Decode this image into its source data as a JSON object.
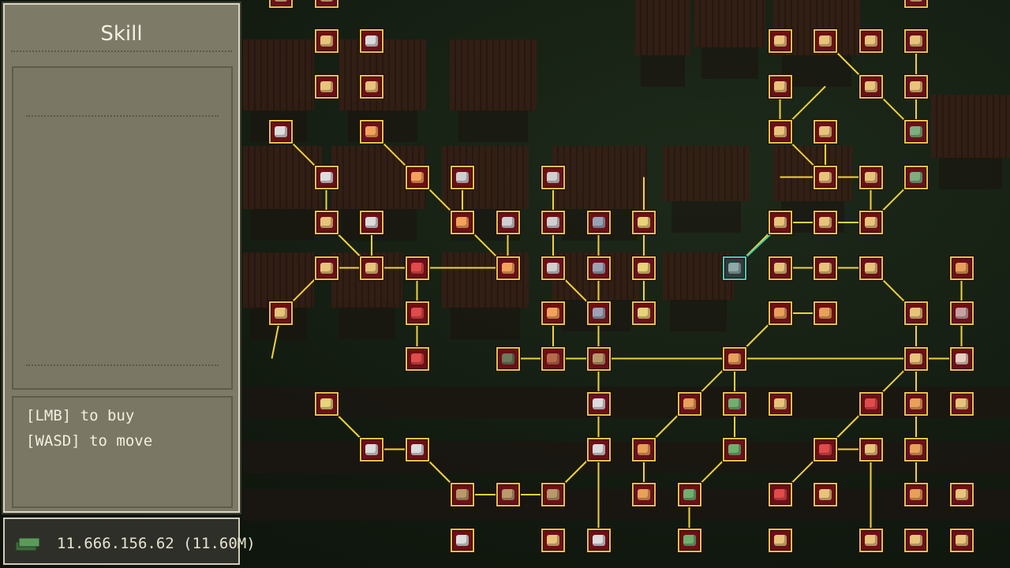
{
  "panel": {
    "title": "Skill",
    "hint_buy": "[LMB] to buy",
    "hint_move": "[WASD] to move"
  },
  "money": {
    "amount_text": "11.666.156.62 (11.60M)"
  },
  "colors": {
    "node_fill": "#6d0f17",
    "node_border": "#e9c04a",
    "link": "#f0d23c",
    "selected_border": "#3ed1b5",
    "panel_bg": "#7d7a67"
  },
  "skill_tree": {
    "node_icons": [
      "hammer-icon",
      "pot-icon",
      "anvil-icon",
      "knife-icon",
      "ore-icon",
      "crate-icon",
      "shield-icon",
      "bag-icon",
      "sword-icon",
      "bush-icon",
      "forge-icon",
      "counter-icon"
    ]
  }
}
